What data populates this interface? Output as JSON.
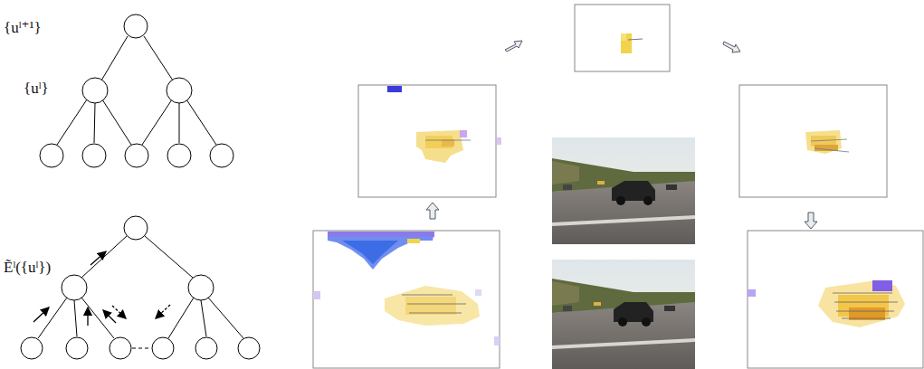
{
  "diagram": {
    "labels": [
      "{uˡ⁺¹}",
      "{uˡ}",
      "Ẽˡ({uˡ})"
    ]
  }
}
